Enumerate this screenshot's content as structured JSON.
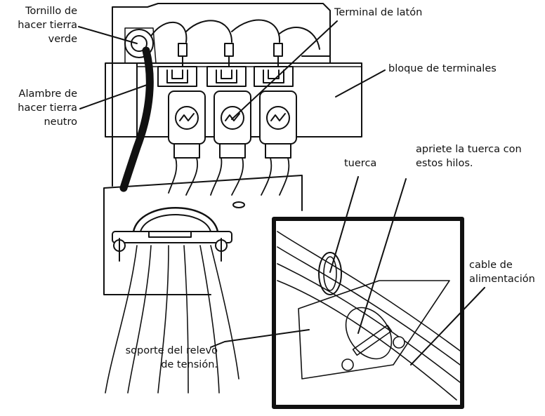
{
  "labels": {
    "green_screw": [
      "Tornillo de",
      "hacer tierra",
      "verde"
    ],
    "neutral_wire": [
      "Alambre de",
      "hacer tierra",
      "neutro"
    ],
    "brass_terminal": "Terminal de latón",
    "terminal_block": "bloque de terminales",
    "nut": "tuerca",
    "tighten": [
      "apriete la tuerca con",
      "estos hilos."
    ],
    "power_cable": [
      "cable de",
      "alimentación"
    ],
    "strain_relief": [
      "soporte del relevo",
      "de tensión."
    ]
  },
  "colors": {
    "line": "#111111",
    "fill": "#ffffff"
  }
}
